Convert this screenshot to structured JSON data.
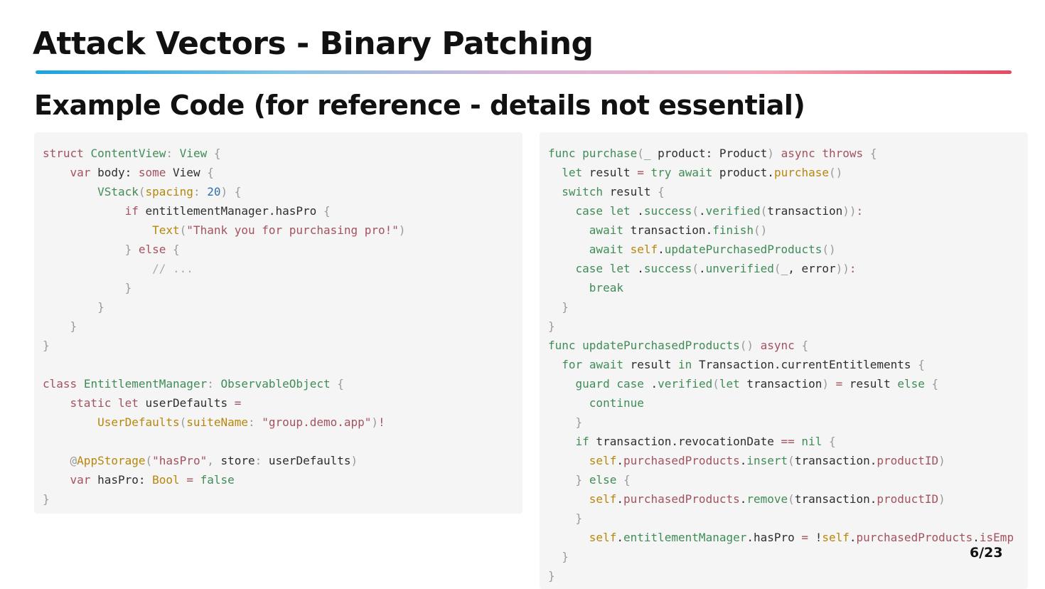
{
  "slide": {
    "title": "Attack Vectors - Binary Patching",
    "subtitle": "Example Code (for reference - details not essential)",
    "page_number": "6/23"
  },
  "colors": {
    "keyword": "#a3525e",
    "type": "#3f8c57",
    "function": "#b8860b",
    "string": "#a3525e",
    "number": "#2f6fb0",
    "punctuation": "#9a9a9a",
    "comment": "#aaaaaa",
    "text": "#2e2e2e",
    "code_background": "#f5f5f5",
    "accent_gradient": [
      "#1ba3df",
      "#d9b5d9",
      "#e64a62"
    ]
  },
  "code_left": [
    [
      [
        "kw",
        "struct"
      ],
      [
        "tx",
        " "
      ],
      [
        "tp",
        "ContentView"
      ],
      [
        "pn",
        ": "
      ],
      [
        "tp",
        "View"
      ],
      [
        "tx",
        " "
      ],
      [
        "pn",
        "{"
      ]
    ],
    [
      [
        "tx",
        "    "
      ],
      [
        "kw",
        "var"
      ],
      [
        "tx",
        " body: "
      ],
      [
        "kw",
        "some"
      ],
      [
        "tx",
        " View "
      ],
      [
        "pn",
        "{"
      ]
    ],
    [
      [
        "tx",
        "        "
      ],
      [
        "tp",
        "VStack"
      ],
      [
        "pn",
        "("
      ],
      [
        "fn",
        "spacing"
      ],
      [
        "pn",
        ": "
      ],
      [
        "nm",
        "20"
      ],
      [
        "pn",
        ")"
      ],
      [
        "tx",
        " "
      ],
      [
        "pn",
        "{"
      ]
    ],
    [
      [
        "tx",
        "            "
      ],
      [
        "kw",
        "if"
      ],
      [
        "tx",
        " entitlementManager.hasPro "
      ],
      [
        "pn",
        "{"
      ]
    ],
    [
      [
        "tx",
        "                "
      ],
      [
        "fn",
        "Text"
      ],
      [
        "pn",
        "("
      ],
      [
        "st",
        "\"Thank you for purchasing pro!\""
      ],
      [
        "pn",
        ")"
      ]
    ],
    [
      [
        "tx",
        "            "
      ],
      [
        "pn",
        "}"
      ],
      [
        "tx",
        " "
      ],
      [
        "kw",
        "else"
      ],
      [
        "tx",
        " "
      ],
      [
        "pn",
        "{"
      ]
    ],
    [
      [
        "tx",
        "                "
      ],
      [
        "cm",
        "// ..."
      ]
    ],
    [
      [
        "tx",
        "            "
      ],
      [
        "pn",
        "}"
      ]
    ],
    [
      [
        "tx",
        "        "
      ],
      [
        "pn",
        "}"
      ]
    ],
    [
      [
        "tx",
        "    "
      ],
      [
        "pn",
        "}"
      ]
    ],
    [
      [
        "pn",
        "}"
      ]
    ],
    [
      [
        "tx",
        ""
      ]
    ],
    [
      [
        "kw",
        "class"
      ],
      [
        "tx",
        " "
      ],
      [
        "tp",
        "EntitlementManager"
      ],
      [
        "pn",
        ": "
      ],
      [
        "tp",
        "ObservableObject"
      ],
      [
        "tx",
        " "
      ],
      [
        "pn",
        "{"
      ]
    ],
    [
      [
        "tx",
        "    "
      ],
      [
        "kw",
        "static"
      ],
      [
        "tx",
        " "
      ],
      [
        "kw",
        "let"
      ],
      [
        "tx",
        " userDefaults "
      ],
      [
        "kw",
        "="
      ]
    ],
    [
      [
        "tx",
        "        "
      ],
      [
        "fn",
        "UserDefaults"
      ],
      [
        "pn",
        "("
      ],
      [
        "fn",
        "suiteName"
      ],
      [
        "pn",
        ": "
      ],
      [
        "st",
        "\"group.demo.app\""
      ],
      [
        "pn",
        ")"
      ],
      [
        "kw",
        "!"
      ]
    ],
    [
      [
        "tx",
        ""
      ]
    ],
    [
      [
        "tx",
        "    "
      ],
      [
        "pn",
        "@"
      ],
      [
        "fn",
        "AppStorage"
      ],
      [
        "pn",
        "("
      ],
      [
        "st",
        "\"hasPro\""
      ],
      [
        "pn",
        ", "
      ],
      [
        "tx",
        "store"
      ],
      [
        "pn",
        ": "
      ],
      [
        "tx",
        "userDefaults"
      ],
      [
        "pn",
        ")"
      ]
    ],
    [
      [
        "tx",
        "    "
      ],
      [
        "kw",
        "var"
      ],
      [
        "tx",
        " hasPro: "
      ],
      [
        "fn",
        "Bool"
      ],
      [
        "tx",
        " "
      ],
      [
        "kw",
        "="
      ],
      [
        "tx",
        " "
      ],
      [
        "tp",
        "false"
      ]
    ],
    [
      [
        "pn",
        "}"
      ]
    ]
  ],
  "code_right": [
    [
      [
        "tp",
        "func"
      ],
      [
        "tx",
        " "
      ],
      [
        "tp",
        "purchase"
      ],
      [
        "pn",
        "("
      ],
      [
        "tp",
        "_"
      ],
      [
        "tx",
        " product: Product"
      ],
      [
        "pn",
        ")"
      ],
      [
        "tx",
        " "
      ],
      [
        "kw",
        "async"
      ],
      [
        "tx",
        " "
      ],
      [
        "kw",
        "throws"
      ],
      [
        "tx",
        " "
      ],
      [
        "pn",
        "{"
      ]
    ],
    [
      [
        "tx",
        "  "
      ],
      [
        "tp",
        "let"
      ],
      [
        "tx",
        " result "
      ],
      [
        "kw",
        "="
      ],
      [
        "tx",
        " "
      ],
      [
        "tp",
        "try"
      ],
      [
        "tx",
        " "
      ],
      [
        "tp",
        "await"
      ],
      [
        "tx",
        " product."
      ],
      [
        "fn",
        "purchase"
      ],
      [
        "pn",
        "()"
      ]
    ],
    [
      [
        "tx",
        "  "
      ],
      [
        "tp",
        "switch"
      ],
      [
        "tx",
        " result "
      ],
      [
        "pn",
        "{"
      ]
    ],
    [
      [
        "tx",
        "    "
      ],
      [
        "tp",
        "case"
      ],
      [
        "tx",
        " "
      ],
      [
        "tp",
        "let"
      ],
      [
        "tx",
        " ."
      ],
      [
        "tp",
        "success"
      ],
      [
        "pn",
        "("
      ],
      [
        "tx",
        "."
      ],
      [
        "tp",
        "verified"
      ],
      [
        "pn",
        "("
      ],
      [
        "tx",
        "transaction"
      ],
      [
        "pn",
        "))"
      ],
      [
        "kw",
        ":"
      ]
    ],
    [
      [
        "tx",
        "      "
      ],
      [
        "tp",
        "await"
      ],
      [
        "tx",
        " transaction."
      ],
      [
        "tp",
        "finish"
      ],
      [
        "pn",
        "()"
      ]
    ],
    [
      [
        "tx",
        "      "
      ],
      [
        "tp",
        "await"
      ],
      [
        "tx",
        " "
      ],
      [
        "fn",
        "self"
      ],
      [
        "tx",
        "."
      ],
      [
        "tp",
        "updatePurchasedProducts"
      ],
      [
        "pn",
        "()"
      ]
    ],
    [
      [
        "tx",
        "    "
      ],
      [
        "tp",
        "case"
      ],
      [
        "tx",
        " "
      ],
      [
        "tp",
        "let"
      ],
      [
        "tx",
        " ."
      ],
      [
        "tp",
        "success"
      ],
      [
        "pn",
        "("
      ],
      [
        "tx",
        "."
      ],
      [
        "tp",
        "unverified"
      ],
      [
        "pn",
        "("
      ],
      [
        "tp",
        "_"
      ],
      [
        "tx",
        ", error"
      ],
      [
        "pn",
        "))"
      ],
      [
        "kw",
        ":"
      ]
    ],
    [
      [
        "tx",
        "      "
      ],
      [
        "tp",
        "break"
      ]
    ],
    [
      [
        "tx",
        "  "
      ],
      [
        "pn",
        "}"
      ]
    ],
    [
      [
        "pn",
        "}"
      ]
    ],
    [
      [
        "tp",
        "func"
      ],
      [
        "tx",
        " "
      ],
      [
        "tp",
        "updatePurchasedProducts"
      ],
      [
        "pn",
        "()"
      ],
      [
        "tx",
        " "
      ],
      [
        "kw",
        "async"
      ],
      [
        "tx",
        " "
      ],
      [
        "pn",
        "{"
      ]
    ],
    [
      [
        "tx",
        "  "
      ],
      [
        "tp",
        "for"
      ],
      [
        "tx",
        " "
      ],
      [
        "tp",
        "await"
      ],
      [
        "tx",
        " result "
      ],
      [
        "tp",
        "in"
      ],
      [
        "tx",
        " Transaction.currentEntitlements "
      ],
      [
        "pn",
        "{"
      ]
    ],
    [
      [
        "tx",
        "    "
      ],
      [
        "tp",
        "guard"
      ],
      [
        "tx",
        " "
      ],
      [
        "tp",
        "case"
      ],
      [
        "tx",
        " ."
      ],
      [
        "tp",
        "verified"
      ],
      [
        "pn",
        "("
      ],
      [
        "tp",
        "let"
      ],
      [
        "tx",
        " transaction"
      ],
      [
        "pn",
        ")"
      ],
      [
        "tx",
        " "
      ],
      [
        "kw",
        "="
      ],
      [
        "tx",
        " result "
      ],
      [
        "tp",
        "else"
      ],
      [
        "tx",
        " "
      ],
      [
        "pn",
        "{"
      ]
    ],
    [
      [
        "tx",
        "      "
      ],
      [
        "tp",
        "continue"
      ]
    ],
    [
      [
        "tx",
        "    "
      ],
      [
        "pn",
        "}"
      ]
    ],
    [
      [
        "tx",
        "    "
      ],
      [
        "tp",
        "if"
      ],
      [
        "tx",
        " transaction.revocationDate "
      ],
      [
        "kw",
        "=="
      ],
      [
        "tx",
        " "
      ],
      [
        "tp",
        "nil"
      ],
      [
        "tx",
        " "
      ],
      [
        "pn",
        "{"
      ]
    ],
    [
      [
        "tx",
        "      "
      ],
      [
        "fn",
        "self"
      ],
      [
        "tx",
        "."
      ],
      [
        "kw",
        "purchasedProducts"
      ],
      [
        "tx",
        "."
      ],
      [
        "tp",
        "insert"
      ],
      [
        "pn",
        "("
      ],
      [
        "tx",
        "transaction."
      ],
      [
        "kw",
        "productID"
      ],
      [
        "pn",
        ")"
      ]
    ],
    [
      [
        "tx",
        "    "
      ],
      [
        "pn",
        "}"
      ],
      [
        "tx",
        " "
      ],
      [
        "tp",
        "else"
      ],
      [
        "tx",
        " "
      ],
      [
        "pn",
        "{"
      ]
    ],
    [
      [
        "tx",
        "      "
      ],
      [
        "fn",
        "self"
      ],
      [
        "tx",
        "."
      ],
      [
        "kw",
        "purchasedProducts"
      ],
      [
        "tx",
        "."
      ],
      [
        "tp",
        "remove"
      ],
      [
        "pn",
        "("
      ],
      [
        "tx",
        "transaction."
      ],
      [
        "kw",
        "productID"
      ],
      [
        "pn",
        ")"
      ]
    ],
    [
      [
        "tx",
        "    "
      ],
      [
        "pn",
        "}"
      ]
    ],
    [
      [
        "tx",
        "      "
      ],
      [
        "fn",
        "self"
      ],
      [
        "tx",
        "."
      ],
      [
        "tp",
        "entitlementManager"
      ],
      [
        "tx",
        ".hasPro "
      ],
      [
        "kw",
        "="
      ],
      [
        "tx",
        " !"
      ],
      [
        "fn",
        "self"
      ],
      [
        "tx",
        "."
      ],
      [
        "kw",
        "purchasedProducts"
      ],
      [
        "tx",
        "."
      ],
      [
        "kw",
        "isEmp"
      ]
    ],
    [
      [
        "tx",
        "  "
      ],
      [
        "pn",
        "}"
      ]
    ],
    [
      [
        "pn",
        "}"
      ]
    ]
  ]
}
